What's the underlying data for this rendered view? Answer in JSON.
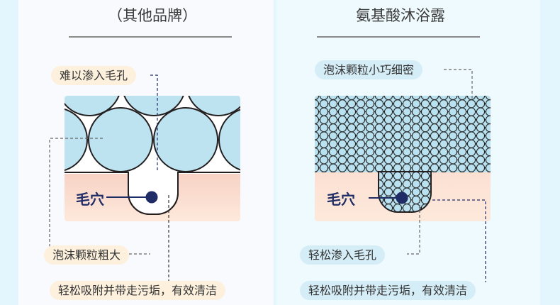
{
  "left": {
    "title": "（其他品牌）",
    "label_top": "难以渗入毛孔",
    "pore": "毛穴",
    "label_mid": "泡沫颗粒粗大",
    "label_bottom": "轻松吸附并带走污垢，有效清洁"
  },
  "right": {
    "title": "氨基酸沐浴露",
    "label_top": "泡沫颗粒小巧细密",
    "pore": "毛穴",
    "label_mid": "轻松渗入毛孔",
    "label_bottom": "轻松吸附并带走污垢，有效清洁"
  },
  "colors": {
    "foam": "#bde3f0",
    "pore_text": "#1f2c66",
    "skin_top": "#f7d2c5",
    "skin_bottom": "#fde9db"
  }
}
